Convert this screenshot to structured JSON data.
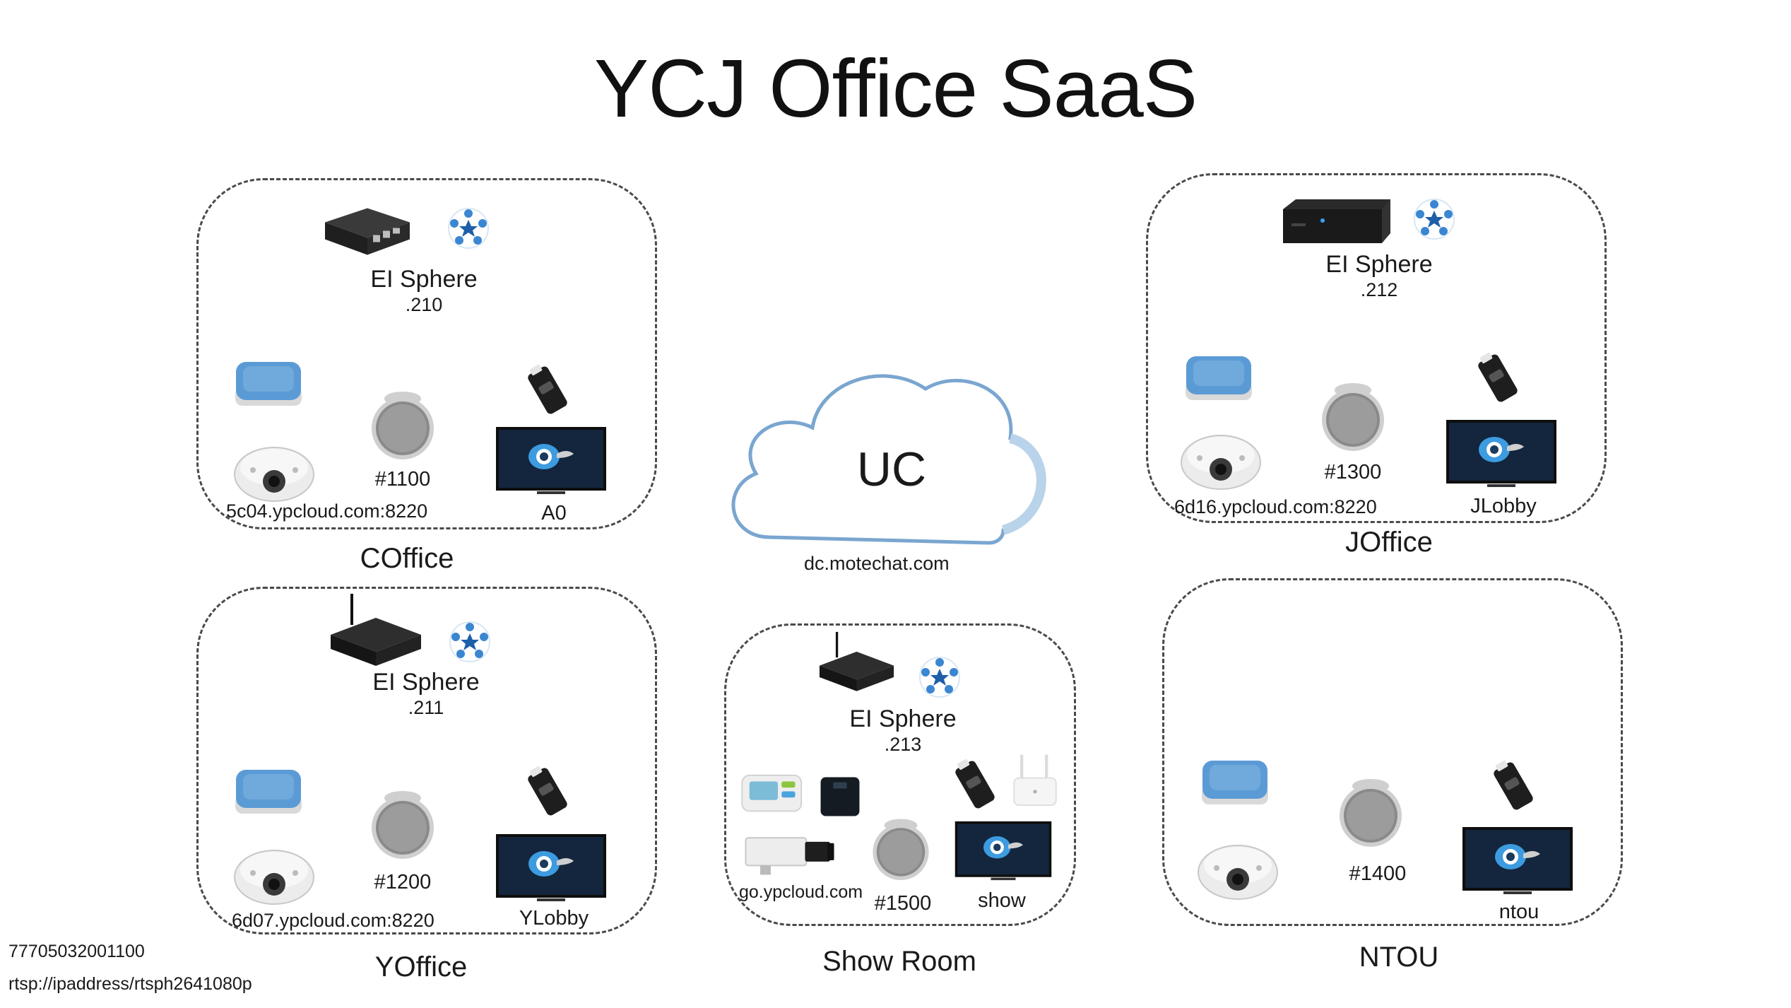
{
  "title": "YCJ Office SaaS",
  "cloud": {
    "label": "UC",
    "host": "dc.motechat.com"
  },
  "sites": {
    "coffice": {
      "name": "COffice",
      "sphere": "EI Sphere",
      "ip": ".210",
      "speaker": "#1100",
      "host": "5c04.ypcloud.com:8220",
      "display": "A0"
    },
    "yoffice": {
      "name": "YOffice",
      "sphere": "EI Sphere",
      "ip": ".211",
      "speaker": "#1200",
      "host": "6d07.ypcloud.com:8220",
      "display": "YLobby"
    },
    "showroom": {
      "name": "Show Room",
      "sphere": "EI Sphere",
      "ip": ".213",
      "speaker": "#1500",
      "host": "go.ypcloud.com",
      "display": "show"
    },
    "joffice": {
      "name": "JOffice",
      "sphere": "EI Sphere",
      "ip": ".212",
      "speaker": "#1300",
      "host": "6d16.ypcloud.com:8220",
      "display": "JLobby"
    },
    "ntou": {
      "name": "NTOU",
      "speaker": "#1400",
      "display": "ntou"
    }
  },
  "footer": {
    "line1": "77705032001100",
    "line2": "rtsp://ipaddress/rtsph2641080p"
  },
  "colors": {
    "pad": "#5b9bd5",
    "screen": "#1b3a5c",
    "cloud_stroke": "#7aa6d0",
    "dash": "#4a4a4a"
  }
}
